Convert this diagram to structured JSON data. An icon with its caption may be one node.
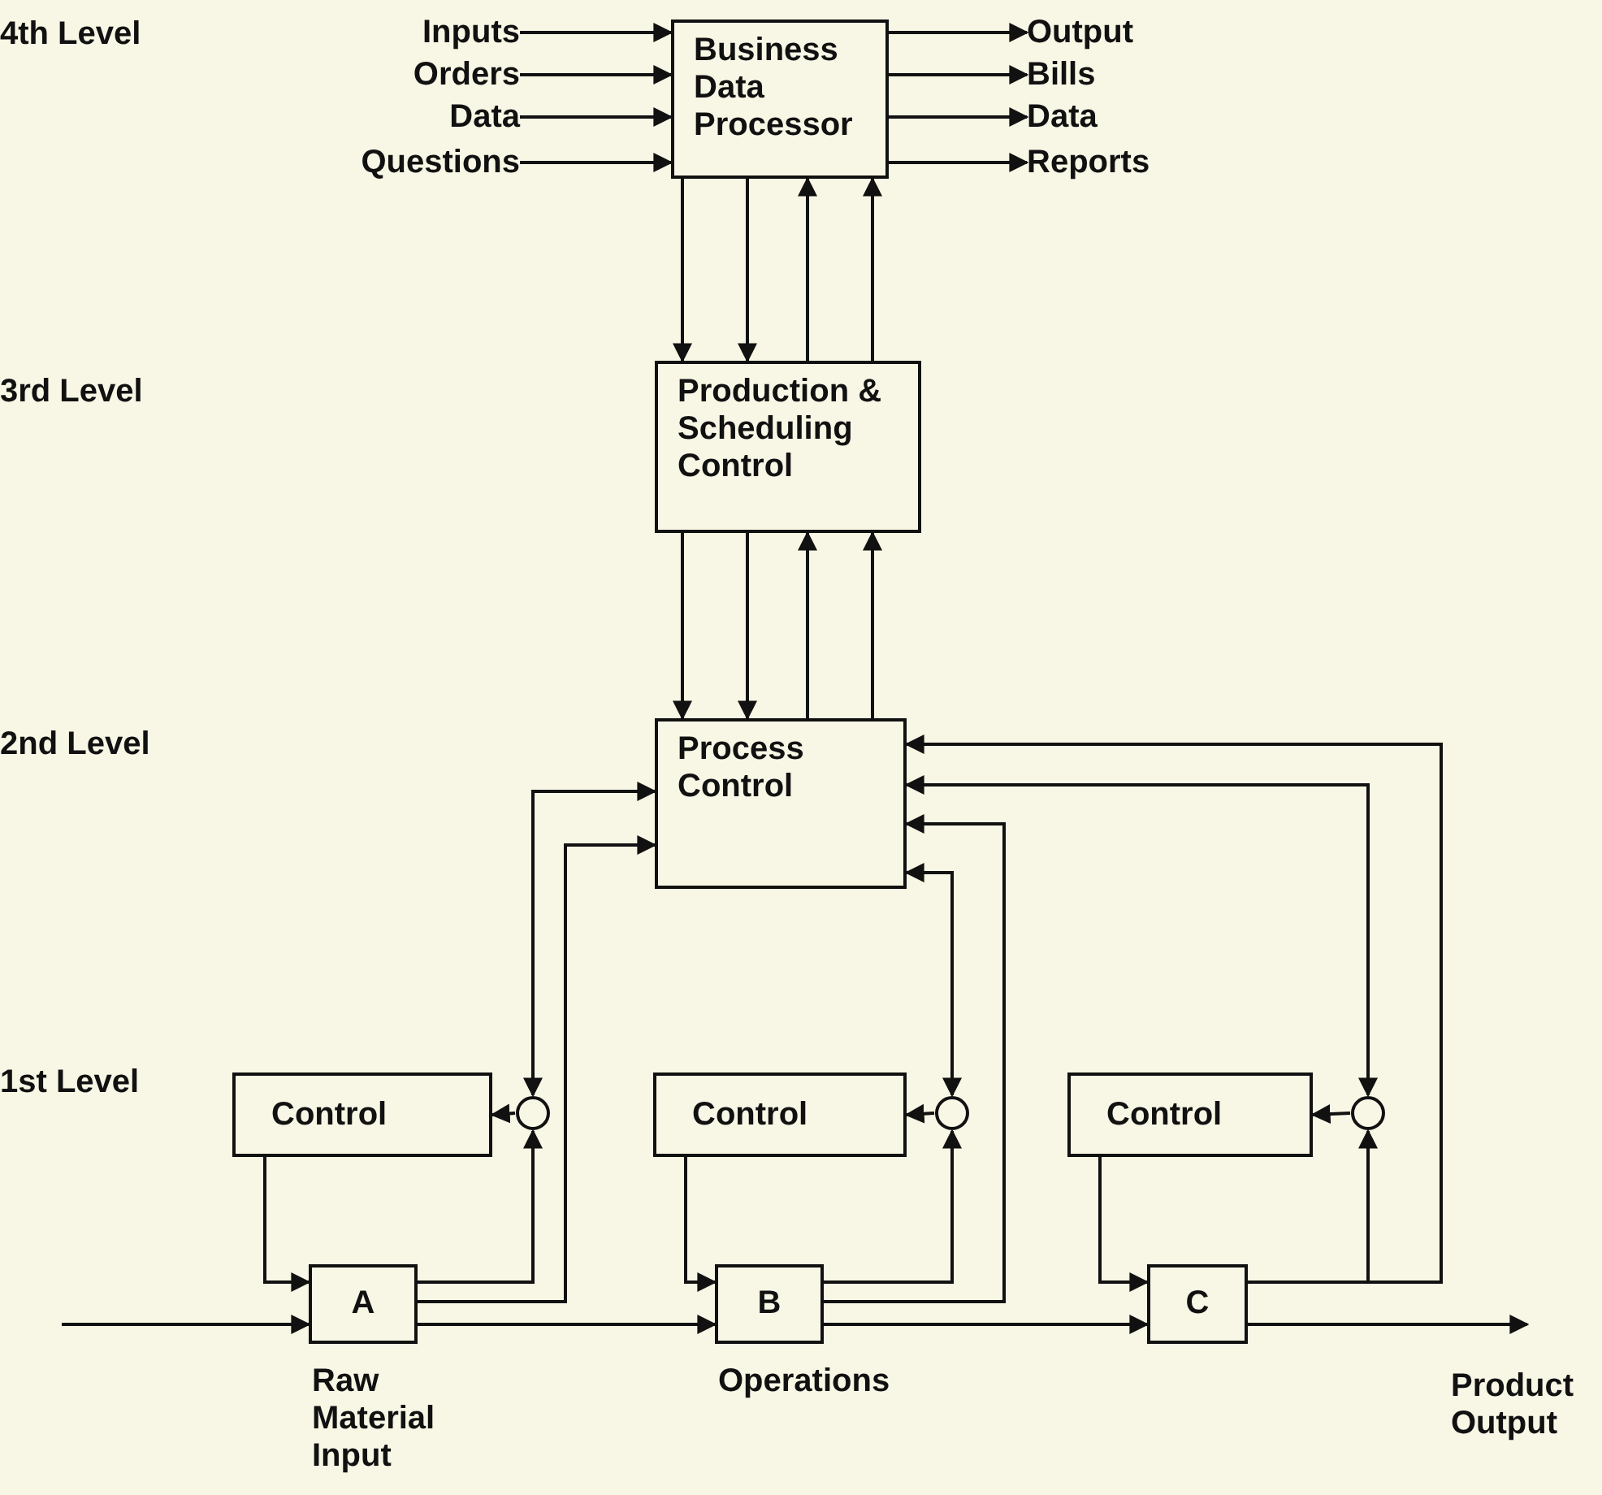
{
  "diagram": {
    "nodes": [
      {
        "text": [
          "Inputs"
        ]
      },
      {
        "text": [
          "Orders"
        ]
      },
      {
        "text": [
          "Data"
        ]
      },
      {
        "text": [
          "Questions"
        ]
      },
      {
        "text": [
          "Business Data Processor"
        ]
      },
      {
        "text": [
          "Output"
        ]
      },
      {
        "text": [
          "Bills"
        ]
      },
      {
        "text": [
          "Data"
        ]
      },
      {
        "text": [
          "Reports"
        ]
      },
      {
        "text": [
          "Production & Scheduling Control"
        ]
      },
      {
        "text": [
          "Process Control"
        ]
      },
      {
        "text": [
          "Control"
        ]
      },
      {
        "text": [],
        "shape": "circle"
      },
      {
        "text": [
          "Control"
        ]
      },
      {
        "text": [],
        "shape": "circle"
      },
      {
        "text": [
          "Control"
        ]
      },
      {
        "text": [],
        "shape": "circle"
      },
      {
        "text": [
          "A"
        ],
        "beside": [
          "Raw Material Input"
        ]
      },
      {
        "text": [
          "B"
        ],
        "beside": [
          "Operations"
        ]
      },
      {
        "text": [
          "C"
        ]
      }
    ],
    "edges": [
      {
        "from": 0,
        "to": 4,
        "arrow": "to"
      },
      {
        "from": 1,
        "to": 4,
        "arrow": "to"
      },
      {
        "from": 2,
        "to": 4,
        "arrow": "to"
      },
      {
        "from": 3,
        "to": 4,
        "arrow": "to"
      },
      {
        "from": 4,
        "to": 5,
        "arrow": "to"
      },
      {
        "from": 4,
        "to": 6,
        "arrow": "to"
      },
      {
        "from": 4,
        "to": 7,
        "arrow": "to"
      },
      {
        "from": 4,
        "to": 8,
        "arrow": "to"
      },
      {
        "from": 4,
        "to": 9,
        "arrow": "to"
      },
      {
        "from": 4,
        "to": 9,
        "arrow": "to"
      },
      {
        "from": 9,
        "to": 4,
        "arrow": "to"
      },
      {
        "from": 9,
        "to": 4,
        "arrow": "to"
      },
      {
        "from": 9,
        "to": 10,
        "arrow": "to"
      },
      {
        "from": 9,
        "to": 10,
        "arrow": "to"
      },
      {
        "from": 10,
        "to": 9,
        "arrow": "to"
      },
      {
        "from": 10,
        "to": 9,
        "arrow": "to"
      },
      {
        "from": 17,
        "to": 12,
        "arrow": "to"
      },
      {
        "from": 12,
        "to": 11,
        "arrow": "to"
      },
      {
        "from": 11,
        "to": 17,
        "arrow": "to"
      },
      {
        "from": null,
        "to": 17,
        "arrow": "to"
      },
      {
        "from": 17,
        "to": 18,
        "arrow": "to"
      },
      {
        "from": 12,
        "to": 10,
        "arrow": "both"
      },
      {
        "from": 17,
        "to": 10,
        "arrow": "to"
      },
      {
        "from": 18,
        "to": 14,
        "arrow": "to"
      },
      {
        "from": 14,
        "to": 13,
        "arrow": "to"
      },
      {
        "from": 13,
        "to": 18,
        "arrow": "to"
      },
      {
        "from": 18,
        "to": 19,
        "arrow": "to"
      },
      {
        "from": 14,
        "to": 10,
        "arrow": "both"
      },
      {
        "from": 18,
        "to": 10,
        "arrow": "to"
      },
      {
        "from": 19,
        "to": 16,
        "arrow": "to"
      },
      {
        "from": 19,
        "to": 10,
        "arrow": "to"
      },
      {
        "from": 16,
        "to": 10,
        "arrow": "both"
      },
      {
        "from": 16,
        "to": 15,
        "arrow": "to"
      },
      {
        "from": 15,
        "to": 19,
        "arrow": "to"
      },
      {
        "from": 19,
        "to": null,
        "arrow": "to"
      }
    ],
    "labels": [
      "4th Level",
      "3rd Level",
      "2nd Level",
      "1st Level",
      "Product Output"
    ]
  }
}
